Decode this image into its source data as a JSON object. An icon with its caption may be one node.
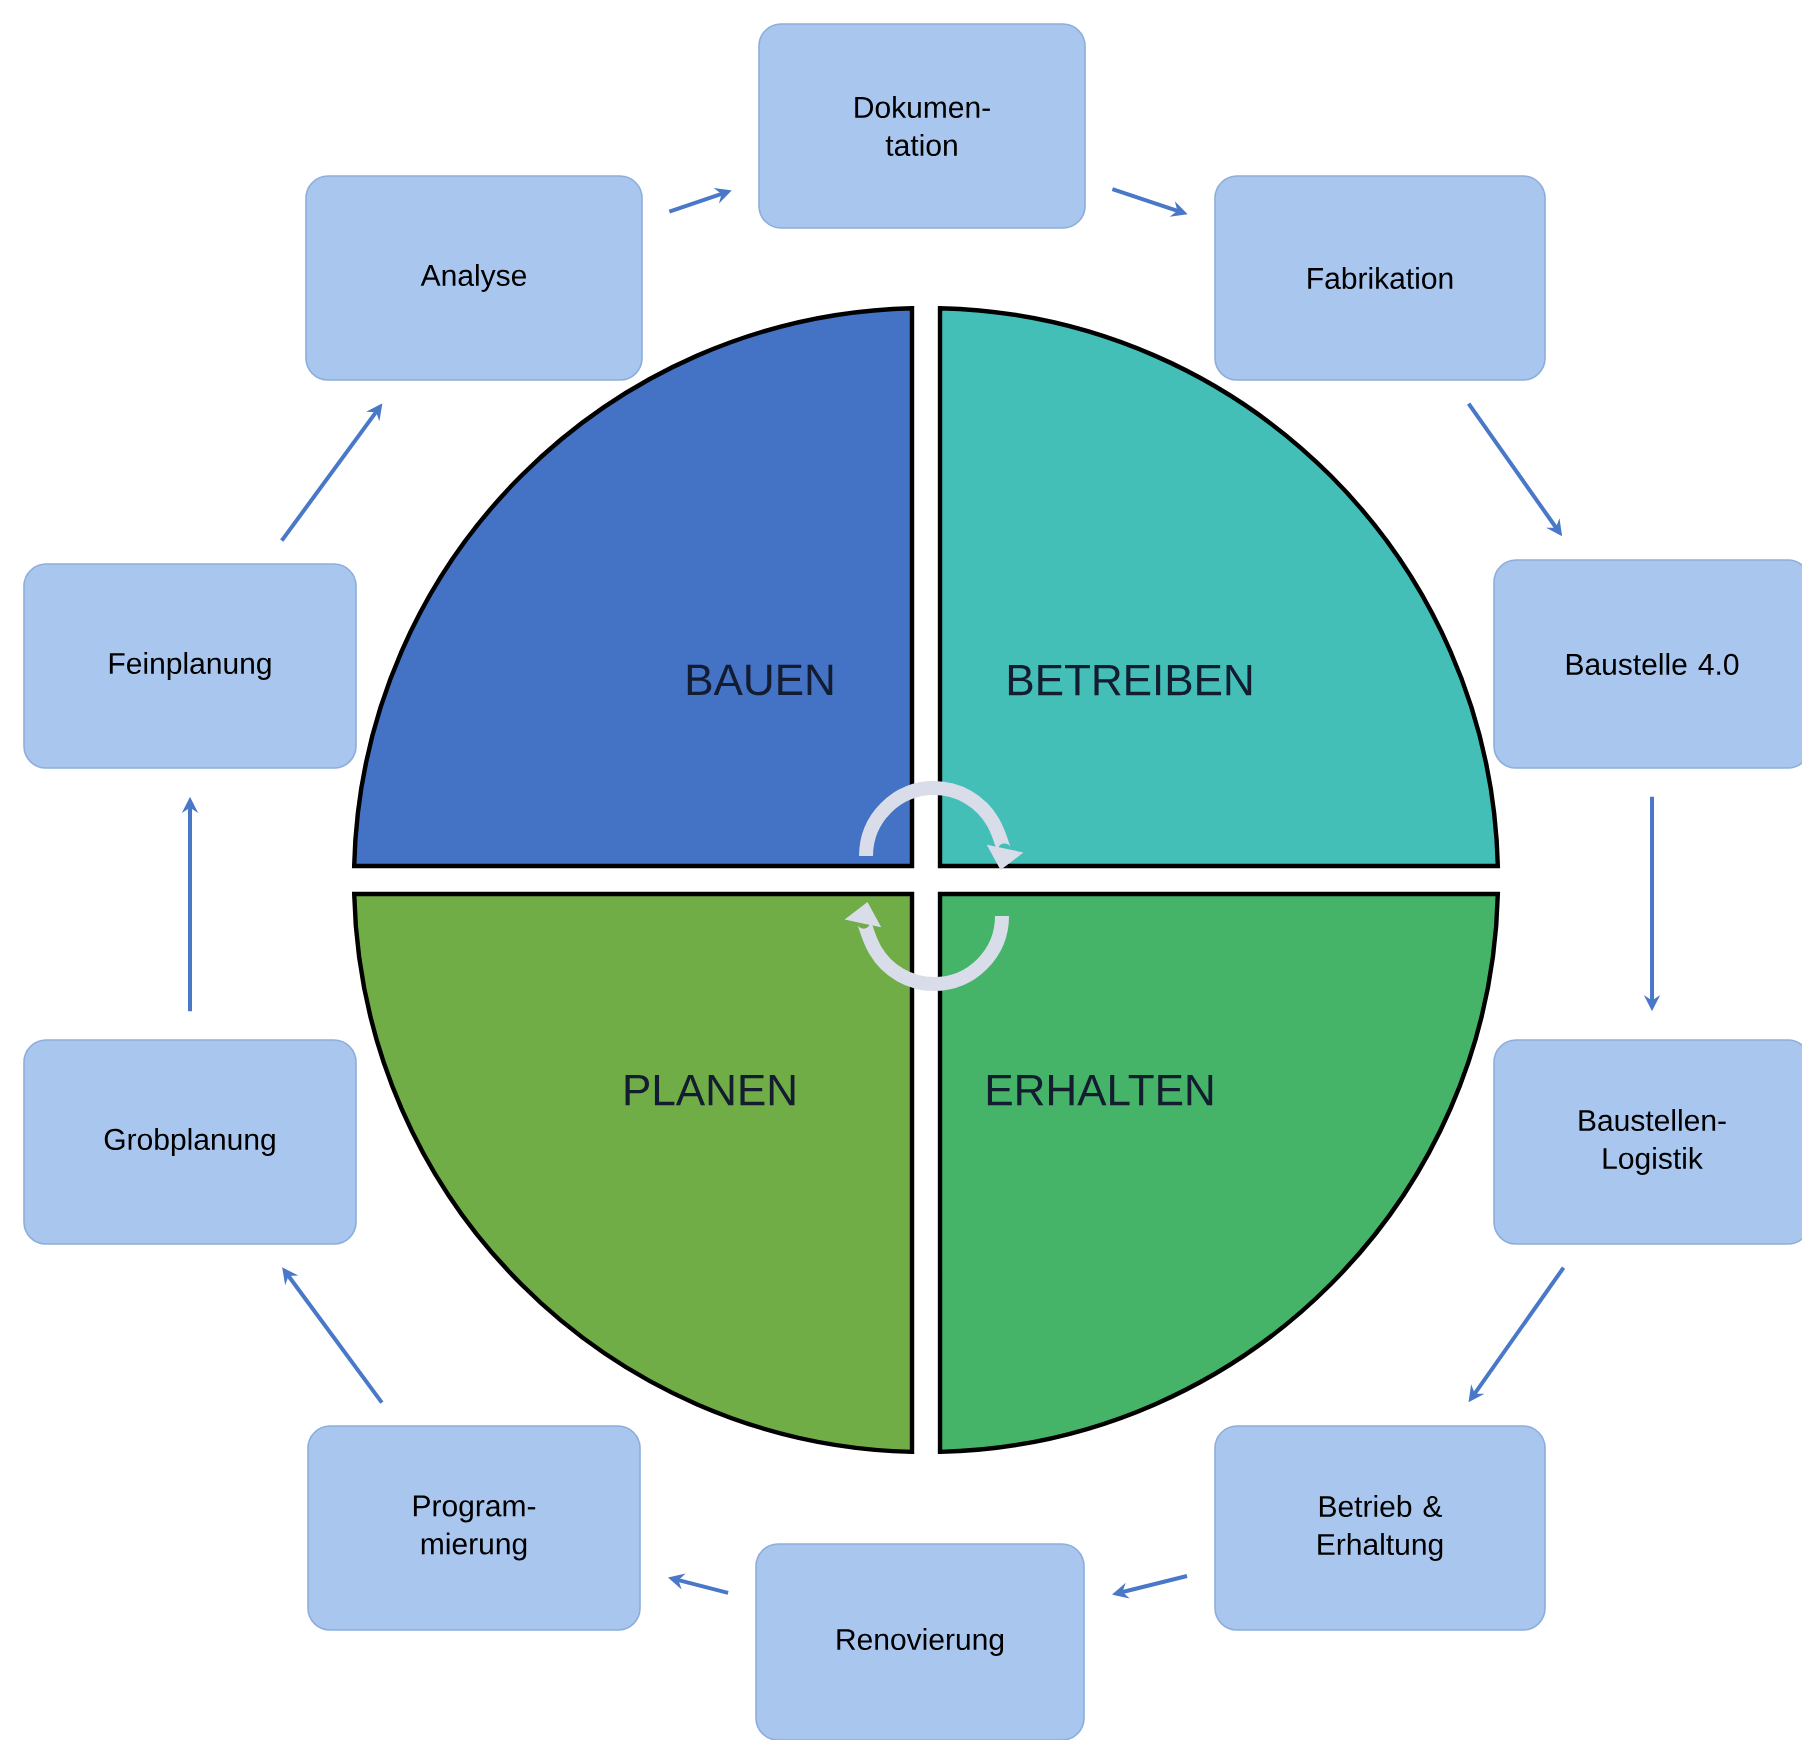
{
  "diagram": {
    "nodes": [
      {
        "text": [
          "Dokumen- tation"
        ]
      },
      {
        "text": [
          "Analyse"
        ]
      },
      {
        "text": [
          "Fabrikation"
        ]
      },
      {
        "text": [
          "Feinplanung"
        ]
      },
      {
        "text": [
          "Baustelle 4.0"
        ]
      },
      {
        "text": [
          "Grobplanung"
        ]
      },
      {
        "text": [
          "Baustellen- Logistik"
        ]
      },
      {
        "text": [
          "Program- mierung"
        ]
      },
      {
        "text": [
          "Betrieb & Erhaltung"
        ]
      },
      {
        "text": [
          "Renovierung"
        ]
      },
      {
        "text": [
          "BAUEN"
        ]
      },
      {
        "text": [
          "BETREIBEN"
        ]
      },
      {
        "text": [
          "PLANEN"
        ]
      },
      {
        "text": [
          "ERHALTEN"
        ]
      }
    ],
    "edges": [
      {
        "from": 1,
        "to": 0,
        "arrow": "to"
      },
      {
        "from": 0,
        "to": 2,
        "arrow": "to"
      },
      {
        "from": 2,
        "to": 4,
        "arrow": "to"
      },
      {
        "from": 4,
        "to": 6,
        "arrow": "to"
      },
      {
        "from": 6,
        "to": 8,
        "arrow": "to"
      },
      {
        "from": 8,
        "to": 9,
        "arrow": "to"
      },
      {
        "from": 9,
        "to": 7,
        "arrow": "to"
      },
      {
        "from": 7,
        "to": 5,
        "arrow": "to"
      },
      {
        "from": 5,
        "to": 3,
        "arrow": "to"
      },
      {
        "from": 3,
        "to": 1,
        "arrow": "to"
      },
      {
        "from": 10,
        "to": 11,
        "arrow": "to",
        "style": "thick",
        "color": "#d9ddea"
      },
      {
        "from": 13,
        "to": 12,
        "arrow": "to",
        "style": "thick",
        "color": "#d9ddea"
      }
    ]
  }
}
